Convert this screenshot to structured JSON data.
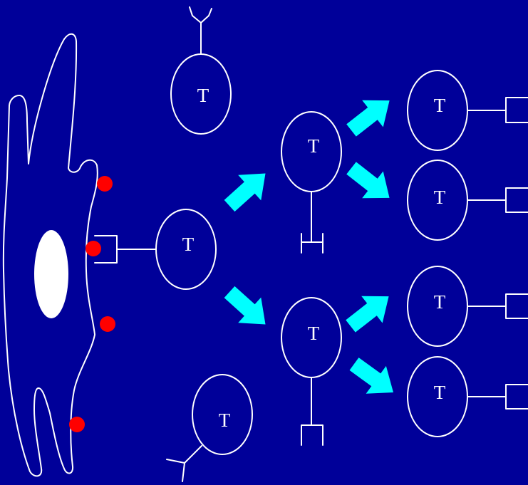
{
  "colors": {
    "background": "#000099",
    "line": "#ffffff",
    "arrow": "#00ffff",
    "mhc_marker": "#ff0000",
    "nucleus": "#ffffff"
  },
  "diagram": {
    "t_cell_label": "T",
    "t_cells": [
      {
        "id": "t-cell-top-naive",
        "label": "T"
      },
      {
        "id": "t-cell-bottom-naive",
        "label": "T"
      },
      {
        "id": "t-cell-engaged",
        "label": "T"
      },
      {
        "id": "t-cell-gen1-upper",
        "label": "T"
      },
      {
        "id": "t-cell-gen1-lower",
        "label": "T"
      },
      {
        "id": "t-cell-gen2-1",
        "label": "T"
      },
      {
        "id": "t-cell-gen2-2",
        "label": "T"
      },
      {
        "id": "t-cell-gen2-3",
        "label": "T"
      },
      {
        "id": "t-cell-gen2-4",
        "label": "T"
      }
    ],
    "icons": [
      "antigen-presenting-cell",
      "nucleus",
      "mhc-marker",
      "receptor",
      "arrow"
    ]
  }
}
